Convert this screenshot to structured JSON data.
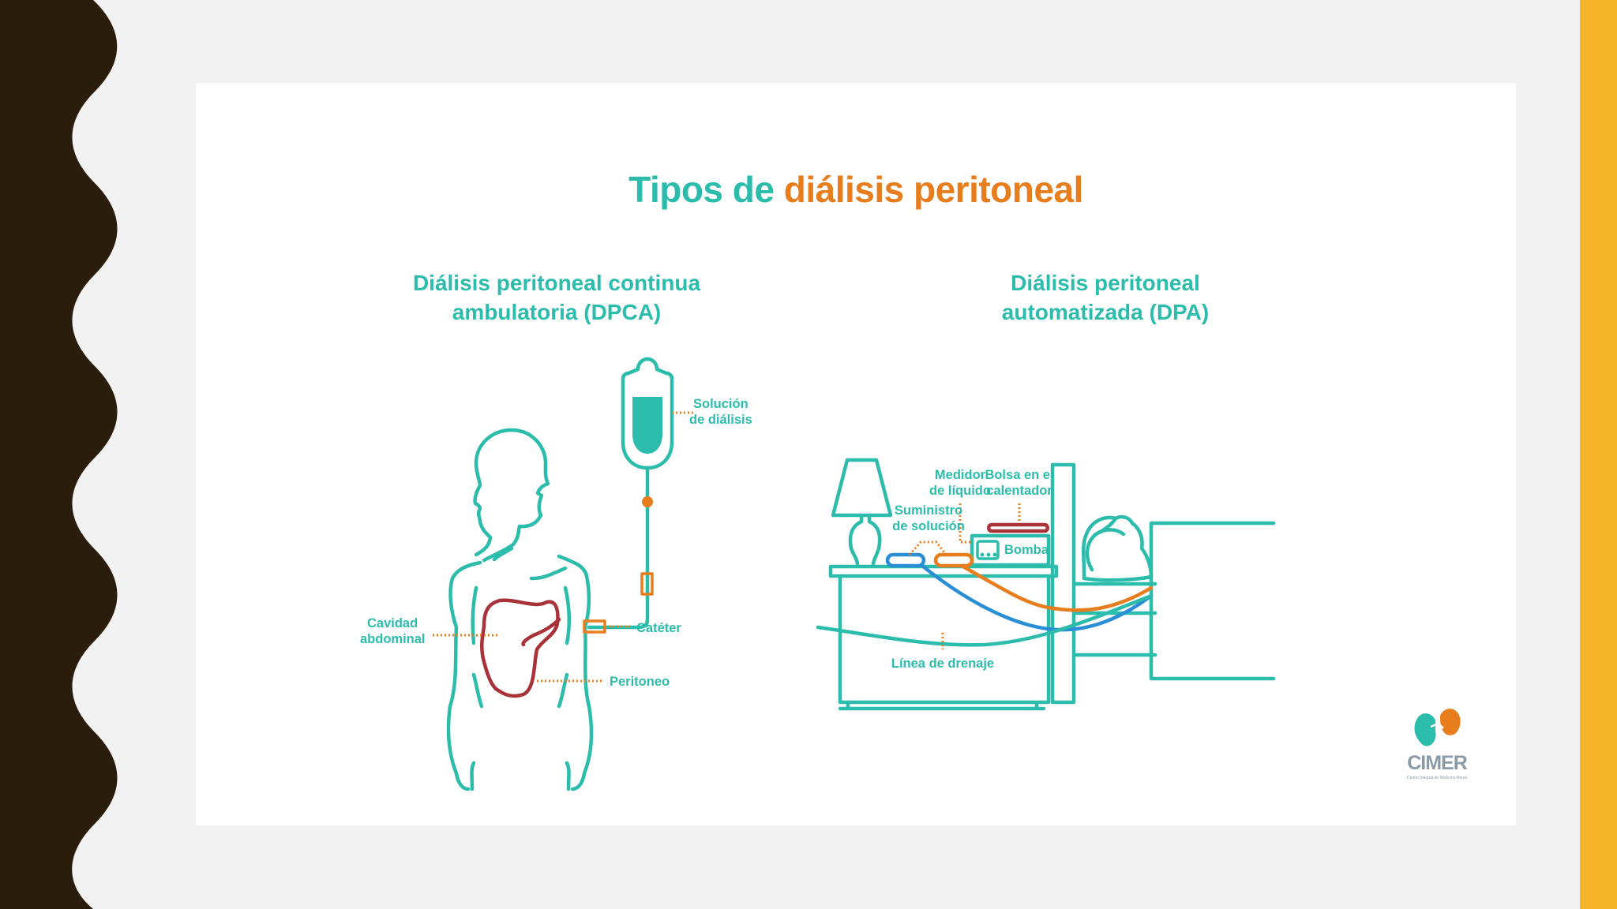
{
  "slide": {
    "title_part1": "Tipos de",
    "title_part2": "diálisis peritoneal",
    "left_heading_line1": "Diálisis peritoneal continua",
    "left_heading_line2": "ambulatoria (DPCA)",
    "right_heading_line1": "Diálisis peritoneal",
    "right_heading_line2": "automatizada (DPA)"
  },
  "dpca_labels": {
    "solucion_line1": "Solución",
    "solucion_line2": "de diálisis",
    "cavidad_line1": "Cavidad",
    "cavidad_line2": "abdominal",
    "cateter": "Catéter",
    "peritoneo": "Peritoneo"
  },
  "dpa_labels": {
    "medidor_line1": "Medidor",
    "medidor_line2": "de líquido",
    "bolsa_line1": "Bolsa en el",
    "bolsa_line2": "calentador",
    "suministro_line1": "Suministro",
    "suministro_line2": "de solución",
    "bomba": "Bomba",
    "linea": "Línea de drenaje"
  },
  "logo": {
    "name": "CIMER",
    "tagline": "Centro Integral de Medicina Renal"
  },
  "colors": {
    "teal": "#2cbcab",
    "orange": "#e87d1e",
    "red": "#a83238",
    "blue": "#2a8ed6",
    "yellow_bar": "#f6b428",
    "dark_wave": "#2b1d0c"
  }
}
